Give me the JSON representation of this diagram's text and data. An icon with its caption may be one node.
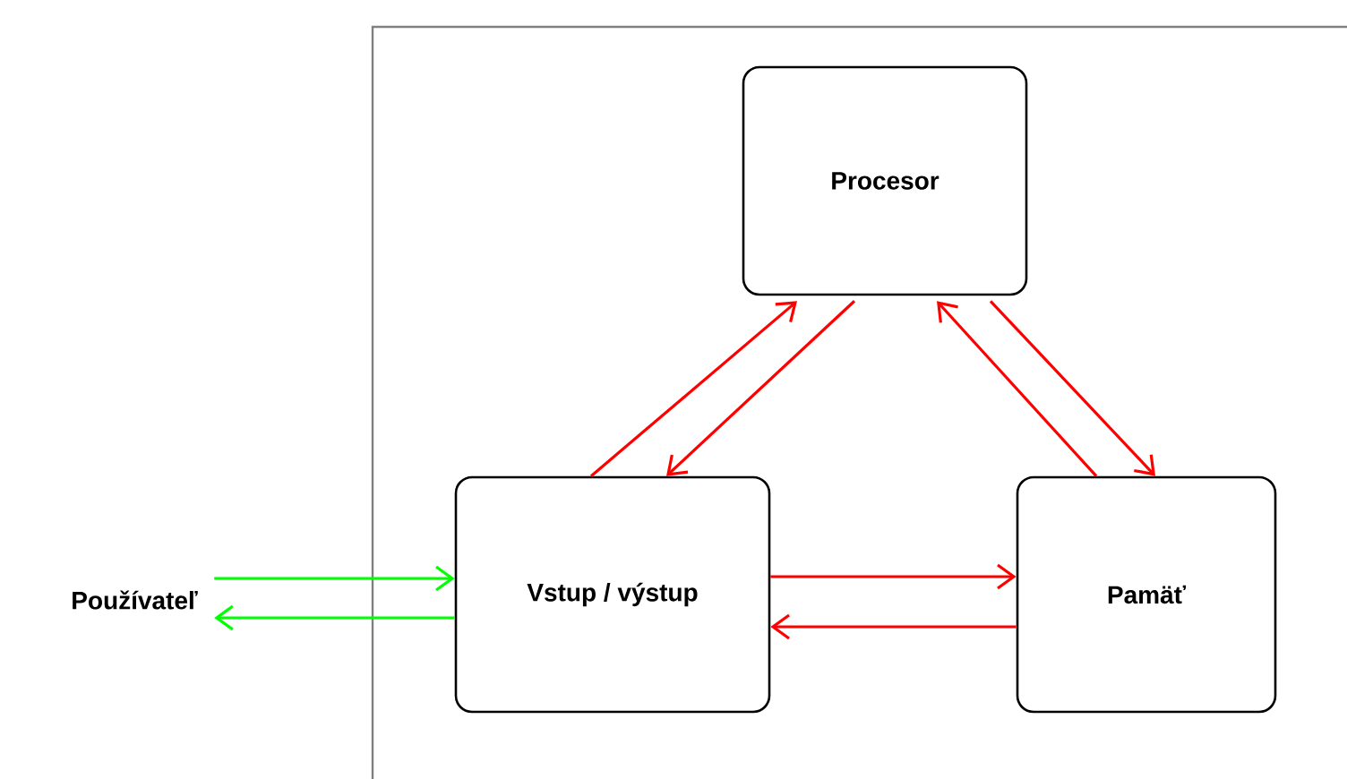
{
  "diagram": {
    "nodes": [
      {
        "text": [
          "Procesor"
        ]
      },
      {
        "text": [
          "Vstup / výstup"
        ]
      },
      {
        "text": [
          "Pamäť"
        ]
      },
      {
        "text": [
          "Používateľ"
        ]
      }
    ],
    "edges": [
      {
        "from": 1,
        "to": 0,
        "arrow": "to"
      },
      {
        "from": 0,
        "to": 1,
        "arrow": "to"
      },
      {
        "from": 2,
        "to": 0,
        "arrow": "to"
      },
      {
        "from": 0,
        "to": 2,
        "arrow": "to"
      },
      {
        "from": 1,
        "to": 2,
        "arrow": "to"
      },
      {
        "from": 2,
        "to": 1,
        "arrow": "to"
      },
      {
        "from": 3,
        "to": 1,
        "arrow": "to",
        "color": "#00ff00"
      },
      {
        "from": 1,
        "to": 3,
        "arrow": "to",
        "color": "#00ff00"
      }
    ]
  }
}
